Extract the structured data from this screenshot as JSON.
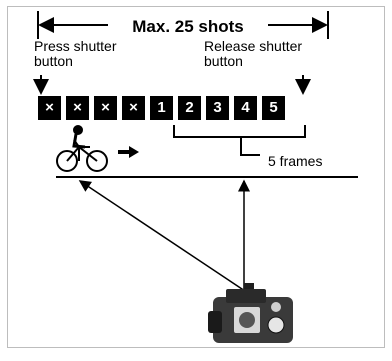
{
  "diagram": {
    "title": "Max. 25 shots",
    "press_label": "Press shutter button",
    "release_label": "Release shutter button",
    "cells": [
      "×",
      "×",
      "×",
      "×",
      "1",
      "2",
      "3",
      "4",
      "5"
    ],
    "frames_label": "5 frames",
    "cyclist_icon": "cyclist-icon",
    "camera_icon": "camera-icon",
    "accent": "#000000"
  }
}
